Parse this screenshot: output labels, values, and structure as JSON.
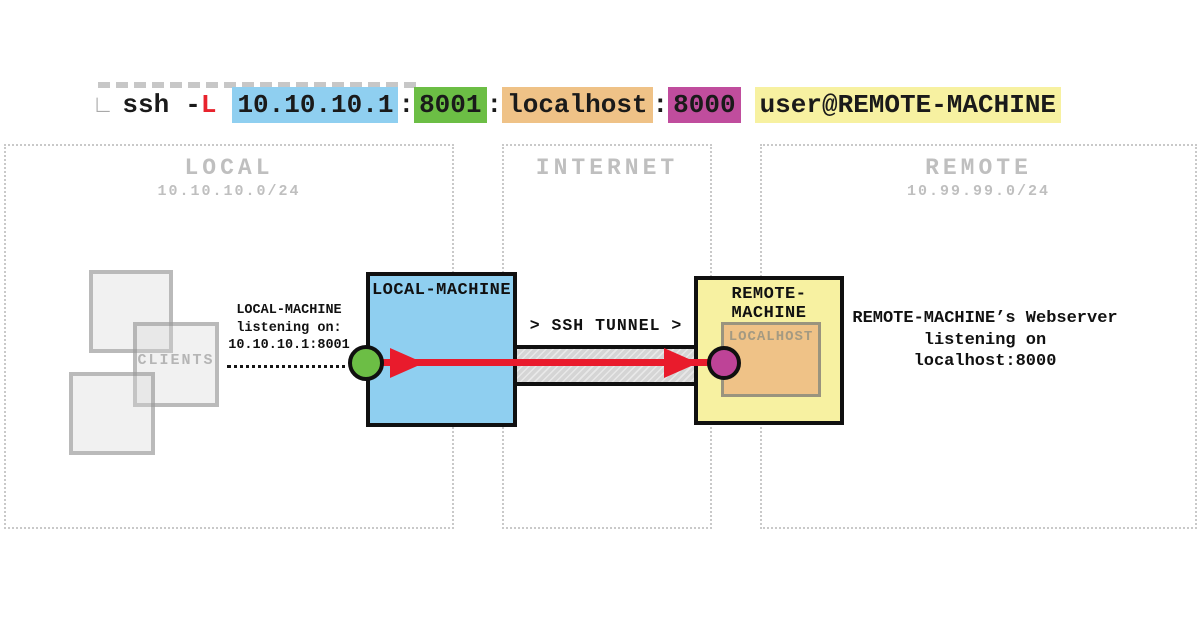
{
  "command": {
    "prompt_glyph": "∟",
    "program": "ssh",
    "flag_prefix": "-",
    "flag_letter": "L",
    "bind_address": "10.10.10.1",
    "sep": ":",
    "local_port": "8001",
    "dest_host": "localhost",
    "dest_port": "8000",
    "target": "user@REMOTE-MACHINE"
  },
  "sections": {
    "local": {
      "title": "LOCAL",
      "subnet": "10.10.10.0/24"
    },
    "internet": {
      "title": "INTERNET"
    },
    "remote": {
      "title": "REMOTE",
      "subnet": "10.99.99.0/24"
    }
  },
  "clients": {
    "label": "CLIENTS"
  },
  "local_machine": {
    "label": "LOCAL-MACHINE"
  },
  "listener_note": {
    "line1": "LOCAL-MACHINE",
    "line2": "listening on:",
    "line3": "10.10.10.1:8001"
  },
  "tunnel": {
    "label": "> SSH TUNNEL >"
  },
  "remote_machine": {
    "label": "REMOTE-MACHINE",
    "localhost_label": "LOCALHOST"
  },
  "webserver_note": {
    "line1": "REMOTE-MACHINE’s Webserver",
    "line2": "listening on",
    "line3": "localhost:8000"
  },
  "colors": {
    "highlight_blue": "#8fcff0",
    "highlight_green": "#6cbe45",
    "highlight_orange": "#efc287",
    "highlight_magenta": "#c04d9d",
    "highlight_yellow": "#f7f1a1",
    "arrow_red": "#e91b2c",
    "flag_red": "#e8232d",
    "tunnel_gray": "#d5d5d5",
    "muted_gray": "#bfbfbf",
    "border_black": "#101010"
  }
}
